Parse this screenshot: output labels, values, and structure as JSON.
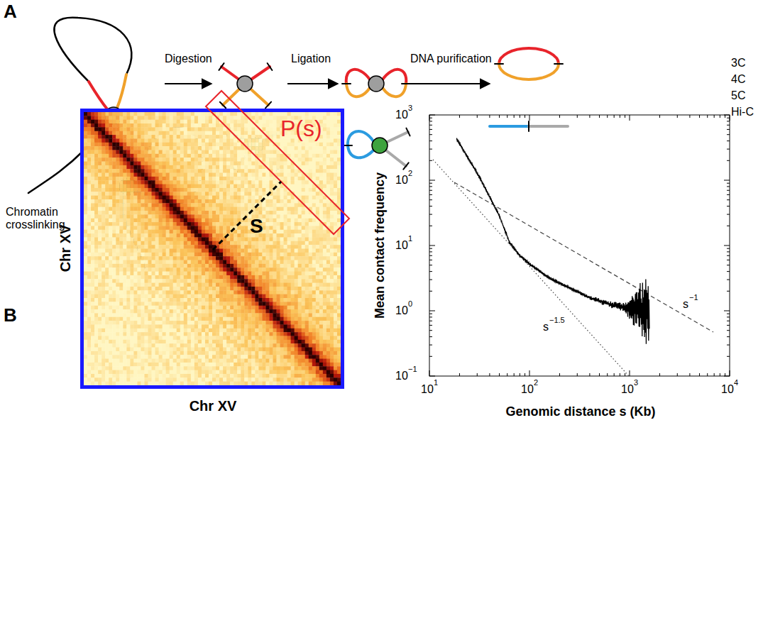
{
  "diagram": {
    "labels": [
      "A",
      "Digestion",
      "Ligation",
      "DNA purification",
      "3C",
      "4C",
      "5C",
      "Hi-C",
      "Chromatin crosslinking",
      "B",
      "P(s)",
      "S",
      "Chr XV",
      "Chr XV",
      "Mean contact frequency",
      "Genomic distance s (Kb)",
      "10",
      "3",
      "10",
      "2",
      "10",
      "1",
      "10",
      "0",
      "10",
      "−1",
      "10",
      "1",
      "10",
      "2",
      "10",
      "3",
      "10",
      "4",
      "s",
      "−1",
      "s",
      "−1.5"
    ]
  }
}
